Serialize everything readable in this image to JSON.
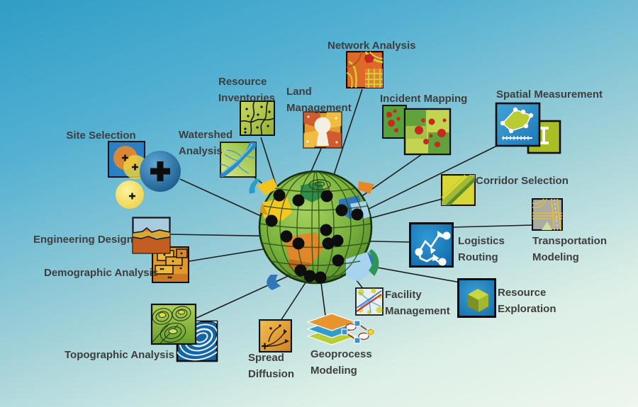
{
  "diagram": {
    "title": "GIS application areas radiating from a globe",
    "center": {
      "name": "gis-globe"
    },
    "colors": {
      "background_top": "#2f9dc6",
      "background_bottom": "#eef6ee",
      "label_text": "#3e3e3e",
      "connector_line": "#1d1d1d",
      "globe_green": "#7ab23e"
    }
  },
  "apps": [
    {
      "id": "site-selection",
      "label": "Site Selection",
      "icon": "site-selection-icon"
    },
    {
      "id": "resource-inventories",
      "label": "Resource Inventories",
      "icon": "resource-inventories-icon"
    },
    {
      "id": "land-management",
      "label": "Land Management",
      "icon": "land-management-icon"
    },
    {
      "id": "network-analysis",
      "label": "Network Analysis",
      "icon": "network-analysis-icon"
    },
    {
      "id": "watershed-analysis",
      "label": "Watershed Analysis",
      "icon": "watershed-analysis-icon"
    },
    {
      "id": "incident-mapping",
      "label": "Incident Mapping",
      "icon": "incident-mapping-icon"
    },
    {
      "id": "spatial-measurement",
      "label": "Spatial Measurement",
      "icon": "spatial-measurement-icon"
    },
    {
      "id": "corridor-selection",
      "label": "Corridor Selection",
      "icon": "corridor-selection-icon"
    },
    {
      "id": "transportation-modeling",
      "label": "Transportation Modeling",
      "icon": "transportation-modeling-icon"
    },
    {
      "id": "logistics-routing",
      "label": "Logistics Routing",
      "icon": "logistics-routing-icon"
    },
    {
      "id": "engineering-design",
      "label": "Engineering Design",
      "icon": "engineering-design-icon"
    },
    {
      "id": "demographic-analysis",
      "label": "Demographic Analysis",
      "icon": "demographic-analysis-icon"
    },
    {
      "id": "topographic-analysis",
      "label": "Topographic Analysis",
      "icon": "topographic-analysis-icon"
    },
    {
      "id": "spread-diffusion",
      "label": "Spread Diffusion",
      "icon": "spread-diffusion-icon"
    },
    {
      "id": "geoprocess-modeling",
      "label": "Geoprocess Modeling",
      "icon": "geoprocess-modeling-icon"
    },
    {
      "id": "facility-management",
      "label": "Facility Management",
      "icon": "facility-management-icon"
    },
    {
      "id": "resource-exploration",
      "label": "Resource Exploration",
      "icon": "resource-exploration-icon"
    }
  ]
}
